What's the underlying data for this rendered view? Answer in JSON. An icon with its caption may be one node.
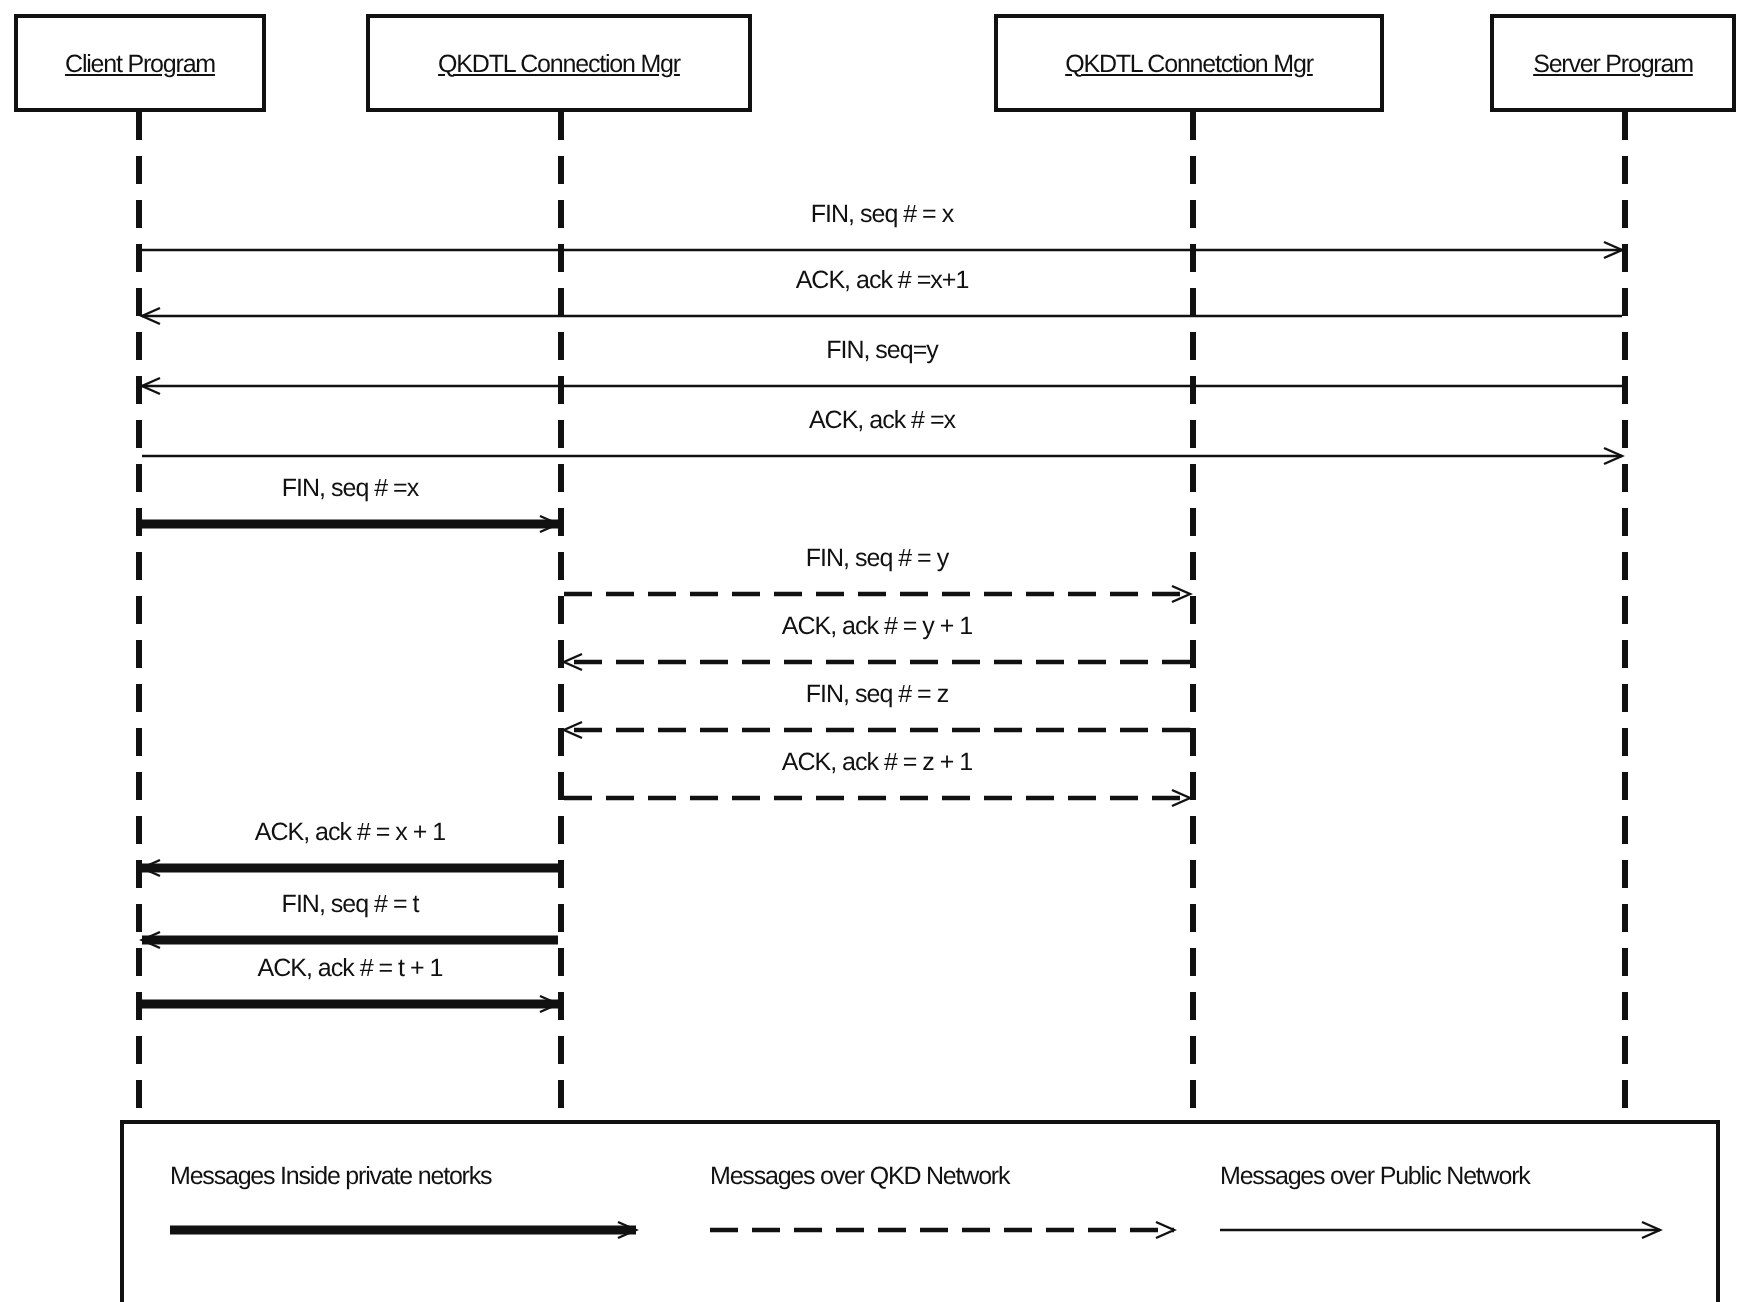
{
  "diagram": {
    "nodes": [
      {
        "text": [
          "Client Program"
        ]
      },
      {
        "text": [
          "QKDTL Connection Mgr"
        ]
      },
      {
        "text": [
          "QKDTL Connetction Mgr"
        ]
      },
      {
        "text": [
          "Server Program"
        ]
      },
      {
        "text": [],
        "shape": "bar"
      },
      {
        "text": [],
        "shape": "bar"
      },
      {
        "text": [],
        "shape": "bar"
      },
      {
        "text": [],
        "shape": "bar"
      }
    ],
    "edges": [
      {
        "from": 4,
        "to": 7,
        "arrow": "to",
        "label": "FIN, seq # = x"
      },
      {
        "from": 7,
        "to": 4,
        "arrow": "to",
        "label": "ACK, ack # =x+1"
      },
      {
        "from": 7,
        "to": 4,
        "arrow": "to",
        "label": "FIN, seq=y"
      },
      {
        "from": 4,
        "to": 7,
        "arrow": "to",
        "label": "ACK, ack # =x"
      },
      {
        "from": 4,
        "to": 5,
        "arrow": "to",
        "label": "FIN, seq # =x",
        "style": "thick"
      },
      {
        "from": 5,
        "to": 6,
        "arrow": "to",
        "label": "FIN, seq # = y",
        "style": "dashed"
      },
      {
        "from": 6,
        "to": 5,
        "arrow": "to",
        "label": "ACK, ack # = y + 1",
        "style": "dashed"
      },
      {
        "from": 6,
        "to": 5,
        "arrow": "to",
        "label": "FIN, seq # = z",
        "style": "dashed"
      },
      {
        "from": 5,
        "to": 6,
        "arrow": "to",
        "label": "ACK, ack # = z + 1",
        "style": "dashed"
      },
      {
        "from": 5,
        "to": 4,
        "arrow": "to",
        "label": "ACK, ack # = x + 1",
        "style": "thick"
      },
      {
        "from": 5,
        "to": 4,
        "arrow": "to",
        "label": "FIN, seq # = t",
        "style": "thick"
      },
      {
        "from": 4,
        "to": 5,
        "arrow": "to",
        "label": "ACK, ack # = t + 1",
        "style": "thick"
      }
    ],
    "legend": [
      {
        "text": "Messages Inside private netorks"
      },
      {
        "text": "Messages over QKD Network"
      },
      {
        "text": "Messages over Public Network"
      }
    ]
  }
}
